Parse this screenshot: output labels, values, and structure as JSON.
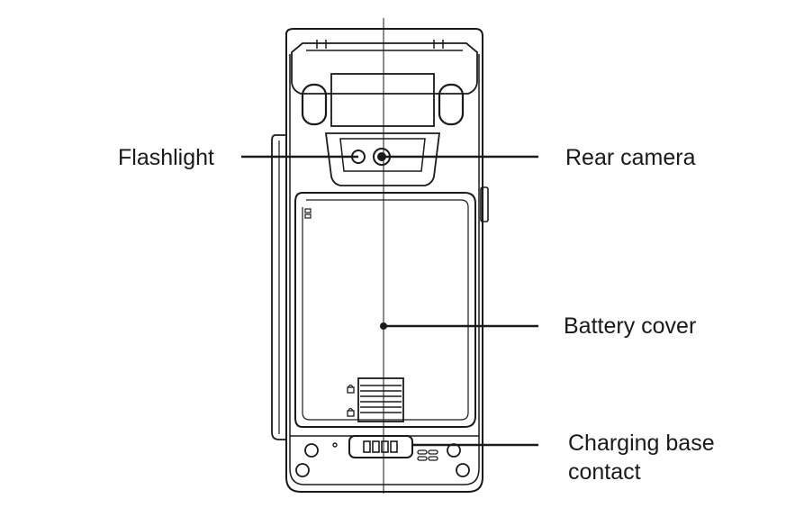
{
  "labels": {
    "flashlight": "Flashlight",
    "rear_camera": "Rear camera",
    "battery_cover": "Battery cover",
    "charging_line1": "Charging base",
    "charging_line2": "contact"
  },
  "colors": {
    "ink": "#1a1a1a",
    "background": "#ffffff"
  }
}
